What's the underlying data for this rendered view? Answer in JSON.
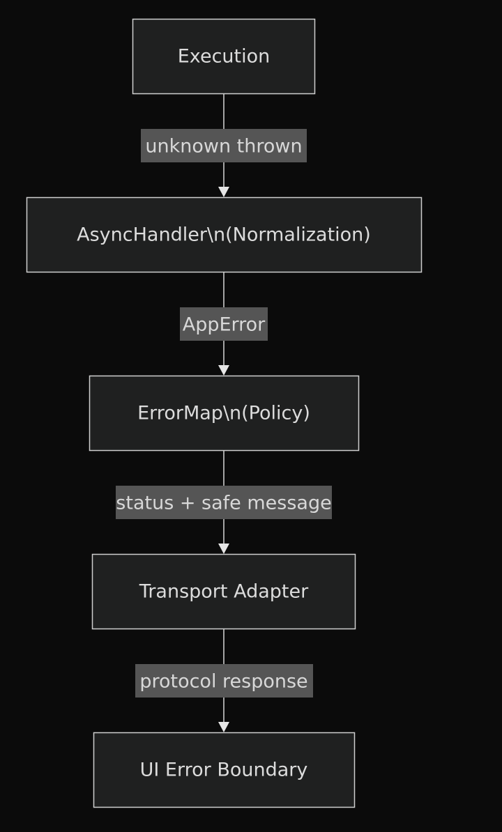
{
  "nodes": [
    {
      "id": "execution",
      "label": "Execution"
    },
    {
      "id": "async-handler",
      "label": "AsyncHandler\\n(Normalization)"
    },
    {
      "id": "error-map",
      "label": "ErrorMap\\n(Policy)"
    },
    {
      "id": "transport-adapter",
      "label": "Transport Adapter"
    },
    {
      "id": "ui-error-boundary",
      "label": "UI Error Boundary"
    }
  ],
  "edges": [
    {
      "from": "execution",
      "to": "async-handler",
      "label": "unknown thrown"
    },
    {
      "from": "async-handler",
      "to": "error-map",
      "label": "AppError"
    },
    {
      "from": "error-map",
      "to": "transport-adapter",
      "label": "status + safe message"
    },
    {
      "from": "transport-adapter",
      "to": "ui-error-boundary",
      "label": "protocol response"
    }
  ]
}
